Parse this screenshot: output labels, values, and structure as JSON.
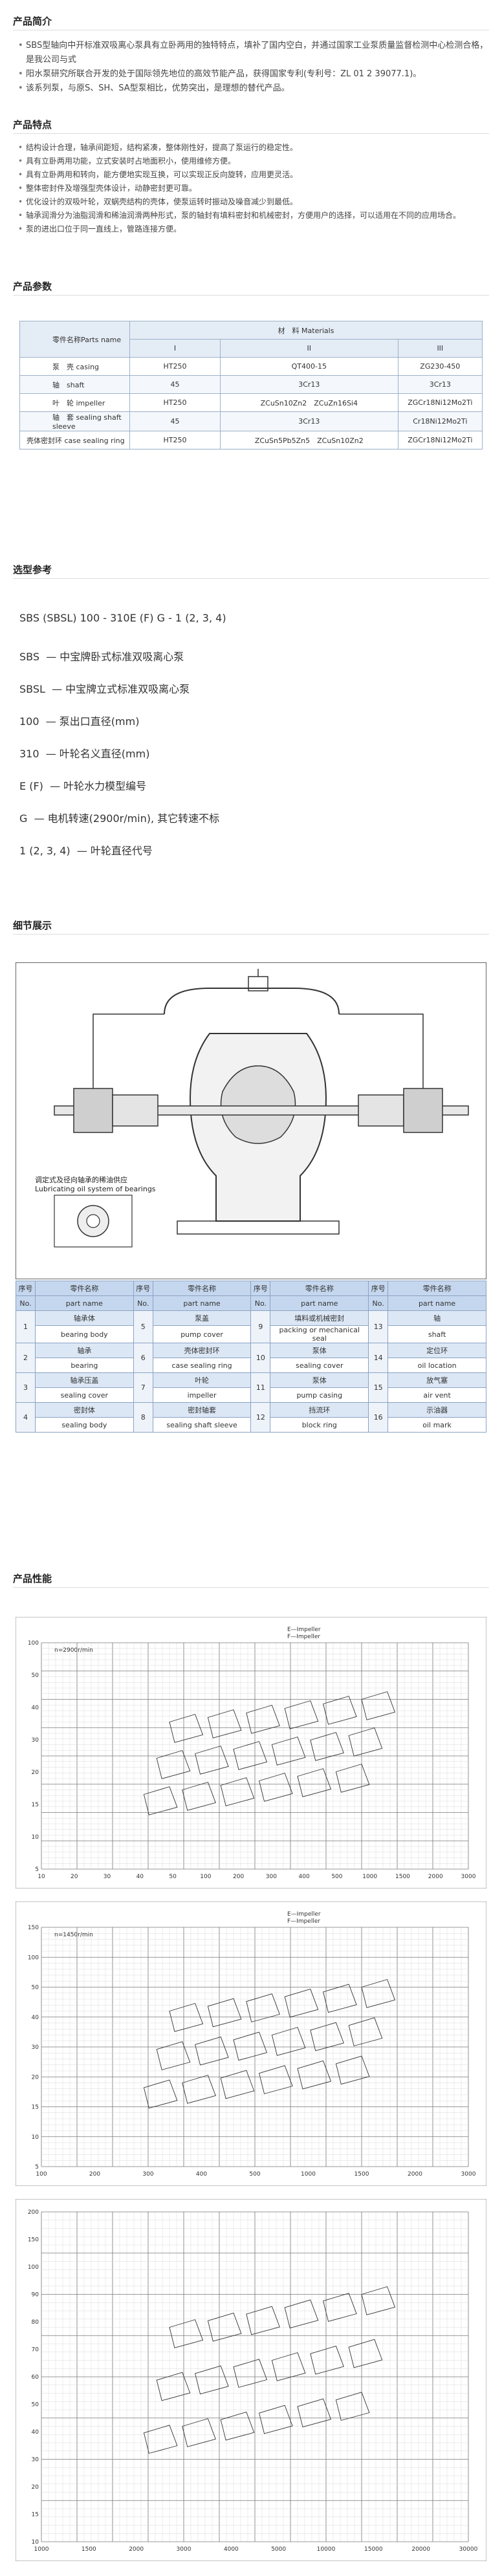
{
  "sections": {
    "intro": "产品简介",
    "features": "产品特点",
    "params": "产品参数",
    "model": "选型参考",
    "details": "细节展示",
    "performance": "产品性能"
  },
  "intro_bullets": [
    "SBS型轴向中开标准双吸离心泵具有立卧两用的独特特点，填补了国内空白，并通过国家工业泵质量监督检测中心检测合格，是我公司与式",
    "阳水泵研究所联合开发的处于国际领先地位的高效节能产品，获得国家专利(专利号：ZL 01 2 39077.1)。",
    "该系列泵，与原S、SH、SA型泵相比，优势突出，是理想的替代产品。"
  ],
  "feature_bullets": [
    "结构设计合理，轴承间距短，结构紧凑，整体刚性好，提高了泵运行的稳定性。",
    "具有立卧两用功能，立式安装时占地面积小，使用维修方便。",
    "具有立卧两用和转向，能方便地实现互换，可以实现正反向旋转，应用更灵活。",
    "整体密封件及增强型壳体设计，动静密封更可靠。",
    "优化设计的双吸叶轮，双蜗壳结构的壳体，使泵运转时振动及噪音减少到最低。",
    "轴承润滑分为油脂润滑和稀油润滑两种形式，泵的轴封有填料密封和机械密封，方便用户的选择，可以适用在不同的应用场合。",
    "泵的进出口位于同一直线上，管路连接方便。"
  ],
  "materials_table": {
    "header_left": "零件名称Parts name",
    "header_right": "材　料 Materials",
    "groups": [
      "I",
      "II",
      "III"
    ],
    "rows": [
      {
        "name": "泵　壳 casing",
        "i": "HT250",
        "ii": "QT400-15",
        "iii": "ZG230-450"
      },
      {
        "name": "轴　shaft",
        "i": "45",
        "ii": "3Cr13",
        "iii": "3Cr13"
      },
      {
        "name": "叶　轮 impeller",
        "i": "HT250",
        "ii": "ZCuSn10Zn2　ZCuZn16Si4",
        "iii": "ZGCr18Ni12Mo2Ti"
      },
      {
        "name": "轴　套 sealing shaft sleeve",
        "i": "45",
        "ii": "3Cr13",
        "iii": "Cr18Ni12Mo2Ti"
      },
      {
        "name": "壳体密封环 case sealing ring",
        "i": "HT250",
        "ii": "ZCuSn5Pb5Zn5　ZCuSn10Zn2",
        "iii": "ZGCr18Ni12Mo2Ti"
      }
    ]
  },
  "model": {
    "code": "SBS (SBSL) 100 - 310E (F) G - 1 (2, 3, 4)",
    "lines": [
      {
        "key": "SBS",
        "desc": "— 中宝牌卧式标准双吸离心泵"
      },
      {
        "key": "SBSL",
        "desc": "— 中宝牌立式标准双吸离心泵"
      },
      {
        "key": "100",
        "desc": "— 泵出口直径(mm)"
      },
      {
        "key": "310",
        "desc": "— 叶轮名义直径(mm)"
      },
      {
        "key": "E (F)",
        "desc": "— 叶轮水力模型编号"
      },
      {
        "key": "G",
        "desc": "— 电机转速(2900r/min), 其它转速不标"
      },
      {
        "key": "1 (2, 3, 4)",
        "desc": "— 叶轮直径代号"
      }
    ]
  },
  "drawing": {
    "caption_zh": "调定式及径向轴承的稀油供应",
    "caption_en": "Lubricating oil system of bearings"
  },
  "parts_table": {
    "headers_zh": [
      "序号",
      "零件名称",
      "序号",
      "零件名称",
      "序号",
      "零件名称",
      "序号",
      "零件名称"
    ],
    "headers_en": [
      "No.",
      "part name",
      "No.",
      "part name",
      "No.",
      "part name",
      "No.",
      "part name"
    ],
    "rows": [
      {
        "nums": [
          "1",
          "5",
          "9",
          "13"
        ],
        "zh": [
          "轴承体",
          "泵盖",
          "填料或机械密封",
          "轴"
        ],
        "en": [
          "bearing body",
          "pump cover",
          "packing or mechanical seal",
          "shaft"
        ]
      },
      {
        "nums": [
          "2",
          "6",
          "10",
          "14"
        ],
        "zh": [
          "轴承",
          "壳体密封环",
          "泵体",
          "定位环"
        ],
        "en": [
          "bearing",
          "case sealing ring",
          "sealing cover",
          "oil location"
        ]
      },
      {
        "nums": [
          "3",
          "7",
          "11",
          "15"
        ],
        "zh": [
          "轴承压盖",
          "叶轮",
          "泵体",
          "放气塞"
        ],
        "en": [
          "sealing cover",
          "impeller",
          "pump casing",
          "air vent"
        ]
      },
      {
        "nums": [
          "4",
          "8",
          "12",
          "16"
        ],
        "zh": [
          "密封体",
          "密封轴套",
          "挡流环",
          "示油器"
        ],
        "en": [
          "sealing body",
          "sealing shaft sleeve",
          "block ring",
          "oil mark"
        ]
      }
    ]
  },
  "chart_data": [
    {
      "type": "line",
      "title": "n=2900r/min",
      "legend": [
        "E—Impeller",
        "F—Impeller"
      ],
      "x_ticks": [
        "10",
        "20",
        "30",
        "40",
        "50",
        "100",
        "200",
        "300",
        "400",
        "500",
        "1000",
        "1500",
        "2000",
        "3000"
      ],
      "y_ticks": [
        "5",
        "10",
        "15",
        "20",
        "30",
        "40",
        "50",
        "100"
      ]
    },
    {
      "type": "line",
      "title": "n=1450r/min",
      "legend": [
        "E—Impeller",
        "F—Impeller"
      ],
      "x_ticks": [
        "100",
        "200",
        "300",
        "400",
        "500",
        "1000",
        "1500",
        "2000",
        "3000"
      ],
      "y_ticks": [
        "5",
        "10",
        "15",
        "20",
        "30",
        "40",
        "50",
        "100",
        "150"
      ]
    },
    {
      "type": "line",
      "title": "",
      "legend": [],
      "x_ticks": [
        "1000",
        "1500",
        "2000",
        "3000",
        "4000",
        "5000",
        "10000",
        "15000",
        "20000",
        "30000"
      ],
      "y_ticks": [
        "10",
        "15",
        "20",
        "30",
        "40",
        "50",
        "60",
        "70",
        "80",
        "90",
        "100",
        "150",
        "200"
      ]
    }
  ]
}
